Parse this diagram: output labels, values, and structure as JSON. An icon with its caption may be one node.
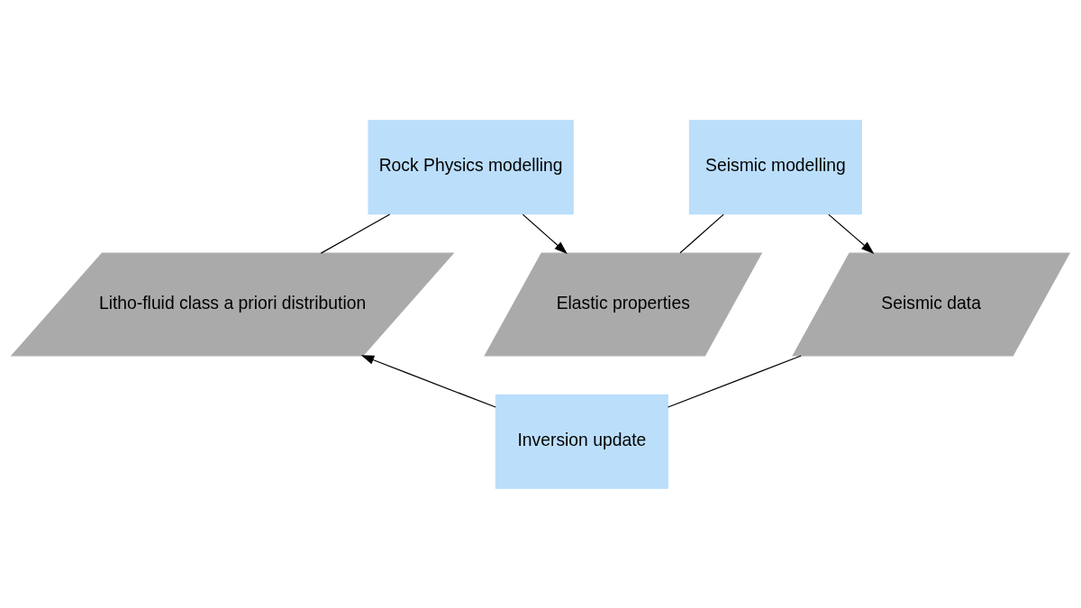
{
  "diagram": {
    "nodes": [
      {
        "text": [
          "Rock Physics modelling"
        ]
      },
      {
        "text": [
          "Seismic modelling"
        ]
      },
      {
        "text": [
          "Litho-fluid class a priori distribution"
        ]
      },
      {
        "text": [
          "Elastic properties"
        ]
      },
      {
        "text": [
          "Seismic data"
        ]
      },
      {
        "text": [
          "Inversion update"
        ]
      }
    ],
    "edges": [
      {
        "from": 2,
        "to": 0,
        "arrow": "none"
      },
      {
        "from": 0,
        "to": 3,
        "arrow": "to"
      },
      {
        "from": 3,
        "to": 1,
        "arrow": "none"
      },
      {
        "from": 1,
        "to": 4,
        "arrow": "to"
      },
      {
        "from": 4,
        "to": 5,
        "arrow": "none"
      },
      {
        "from": 5,
        "to": 2,
        "arrow": "to"
      }
    ]
  }
}
